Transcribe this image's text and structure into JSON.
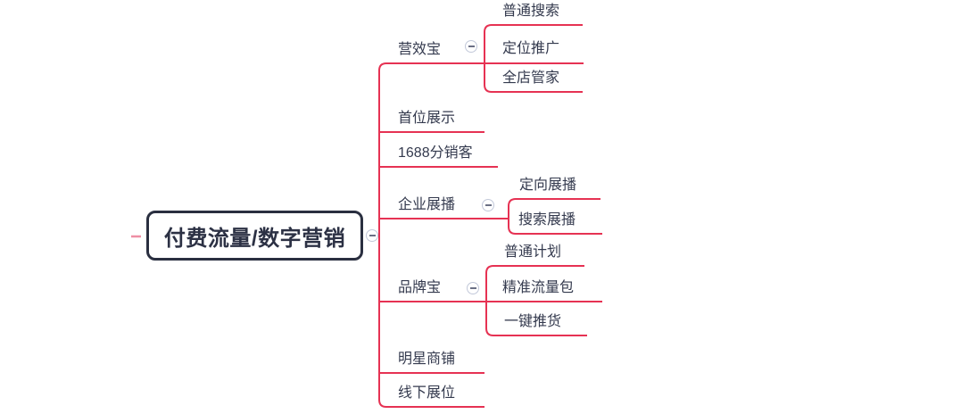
{
  "app": {
    "type": "mindmap-editor",
    "background": "#ffffff"
  },
  "colors": {
    "line": "#e63253",
    "stub": "#ee8fa5",
    "label_text": "#343a4e",
    "root_text": "#2c3144",
    "root_border": "#2a2f40",
    "collapse_stroke": "#c2c8d9",
    "collapse_minus": "#6b7085",
    "background": "#ffffff"
  },
  "root": {
    "label": "付费流量/数字营销",
    "collapse_icon": "minus-circle"
  },
  "branches": [
    {
      "label": "营效宝",
      "collapse_icon": "minus-circle",
      "children": [
        {
          "label": "普通搜索"
        },
        {
          "label": "定位推广"
        },
        {
          "label": "全店管家"
        }
      ]
    },
    {
      "label": "首位展示",
      "children": []
    },
    {
      "label": "1688分销客",
      "children": []
    },
    {
      "label": "企业展播",
      "collapse_icon": "minus-circle",
      "children": [
        {
          "label": "定向展播"
        },
        {
          "label": "搜索展播"
        }
      ]
    },
    {
      "label": "品牌宝",
      "collapse_icon": "minus-circle",
      "children": [
        {
          "label": "普通计划"
        },
        {
          "label": "精准流量包"
        },
        {
          "label": "一键推货"
        }
      ]
    },
    {
      "label": "明星商铺",
      "children": []
    },
    {
      "label": "线下展位",
      "children": []
    }
  ]
}
